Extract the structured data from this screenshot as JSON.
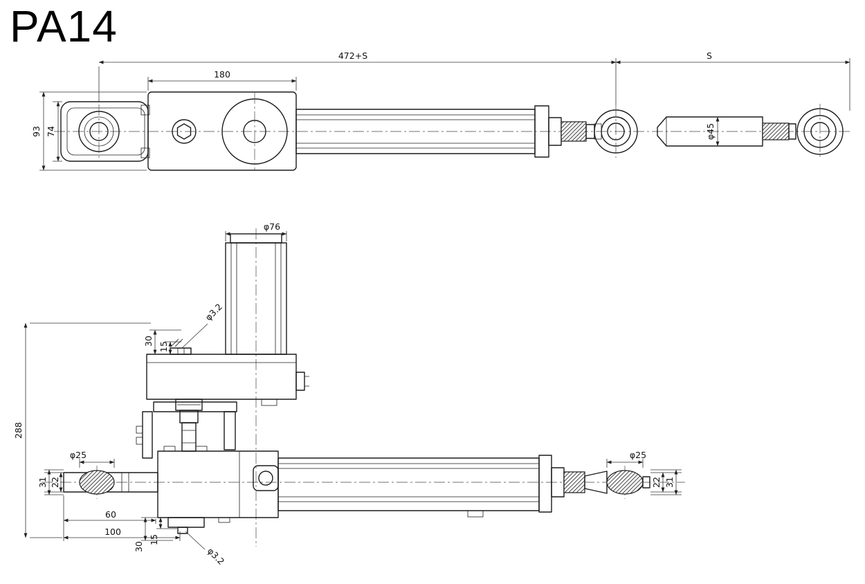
{
  "title": "PA14",
  "side_view": {
    "dim_total_length": "472+S",
    "dim_stroke": "S",
    "dim_gearbox_length": "180",
    "dim_height_outer": "93",
    "dim_height_inner": "74",
    "dim_rod_diameter": "φ45"
  },
  "front_view": {
    "dim_motor_diameter": "φ76",
    "dim_set_screw_top": "φ3.2",
    "dim_top_30": "30",
    "dim_top_15": "15",
    "dim_total_height": "288",
    "dim_ball_left": "φ25",
    "dim_left_22": "22",
    "dim_left_31": "31",
    "dim_length_60": "60",
    "dim_length_100": "100",
    "dim_bottom_30": "30",
    "dim_bottom_15": "15",
    "dim_set_screw_bottom": "φ3.2",
    "dim_ball_right": "φ25",
    "dim_right_22": "22",
    "dim_right_31": "31"
  }
}
